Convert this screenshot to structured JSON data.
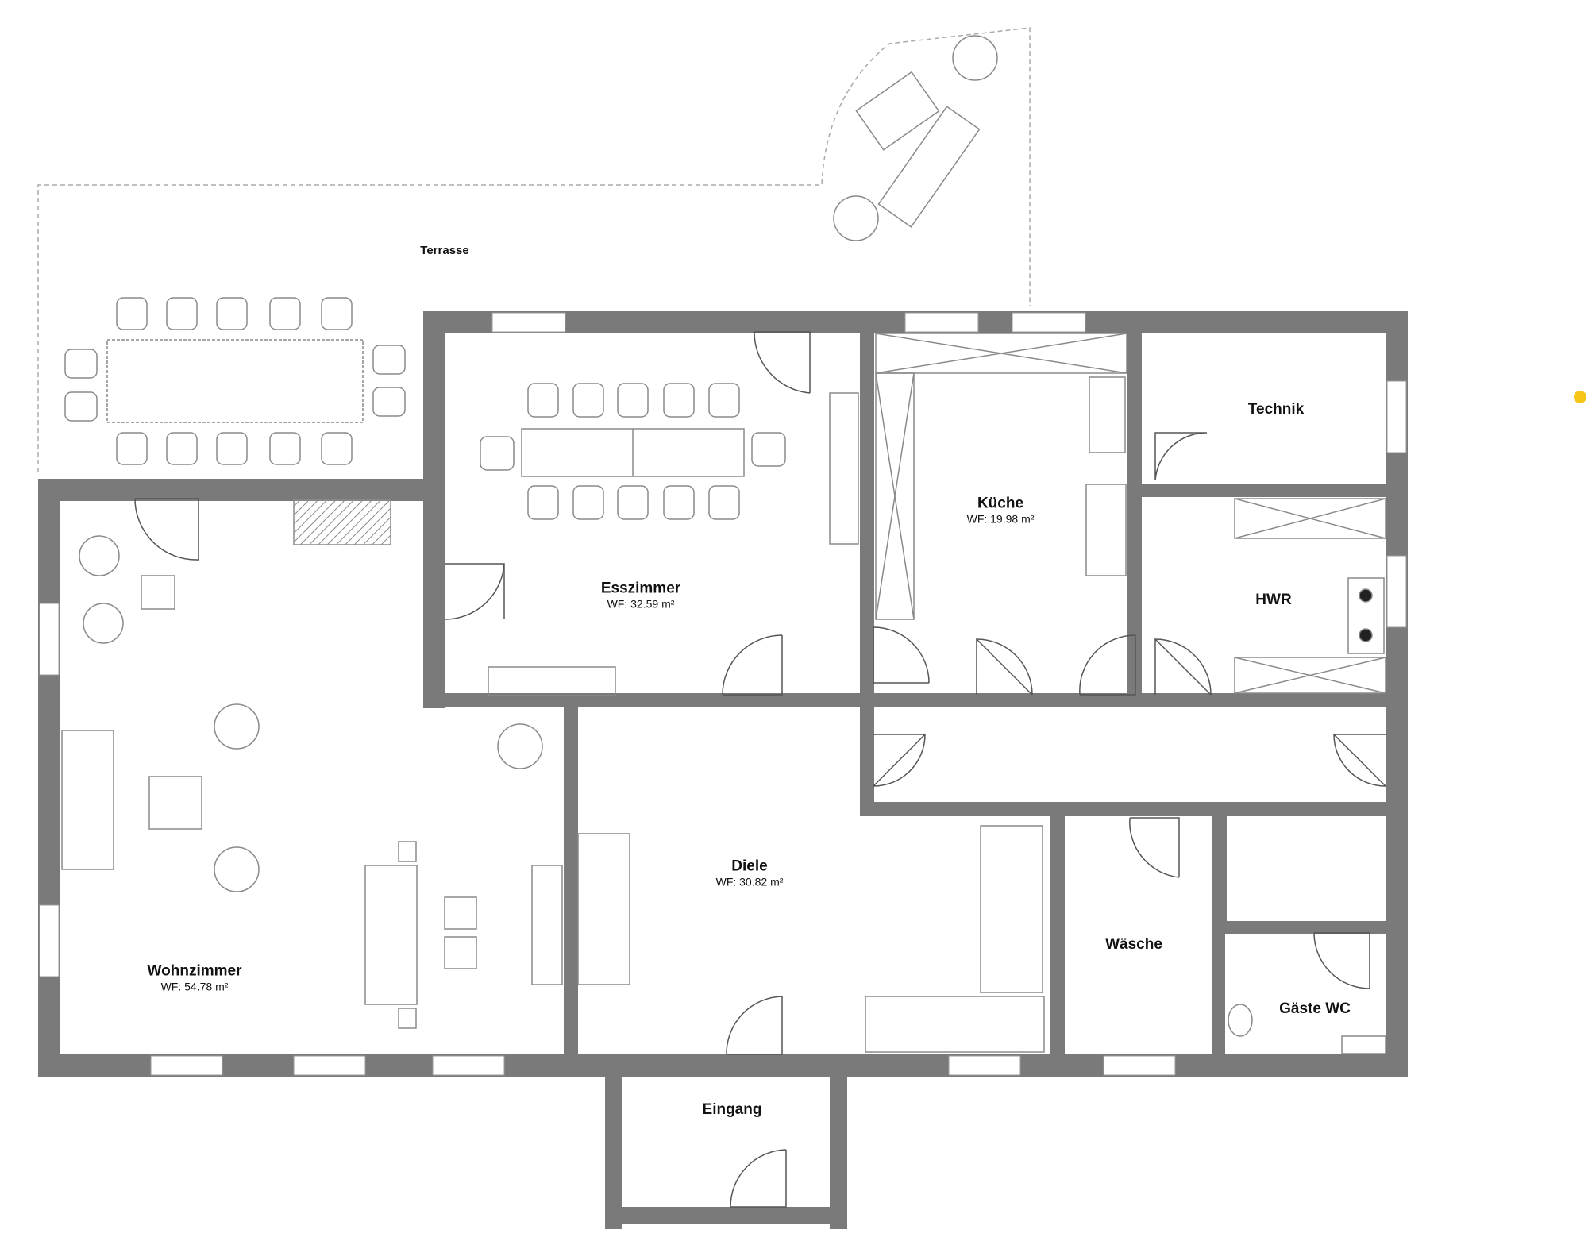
{
  "plan": {
    "rooms": [
      {
        "name": "Terrasse",
        "area": ""
      },
      {
        "name": "Esszimmer",
        "area": "WF: 32.59 m²"
      },
      {
        "name": "Küche",
        "area": "WF: 19.98 m²"
      },
      {
        "name": "Technik",
        "area": ""
      },
      {
        "name": "HWR",
        "area": ""
      },
      {
        "name": "Wohnzimmer",
        "area": "WF: 54.78 m²"
      },
      {
        "name": "Diele",
        "area": "WF: 30.82 m²"
      },
      {
        "name": "Wäsche",
        "area": ""
      },
      {
        "name": "Gäste WC",
        "area": ""
      },
      {
        "name": "Eingang",
        "area": ""
      }
    ],
    "colors": {
      "wall": "#7a7a7a",
      "furniture": "#8a8a8a",
      "marker": "#f5c518"
    }
  }
}
